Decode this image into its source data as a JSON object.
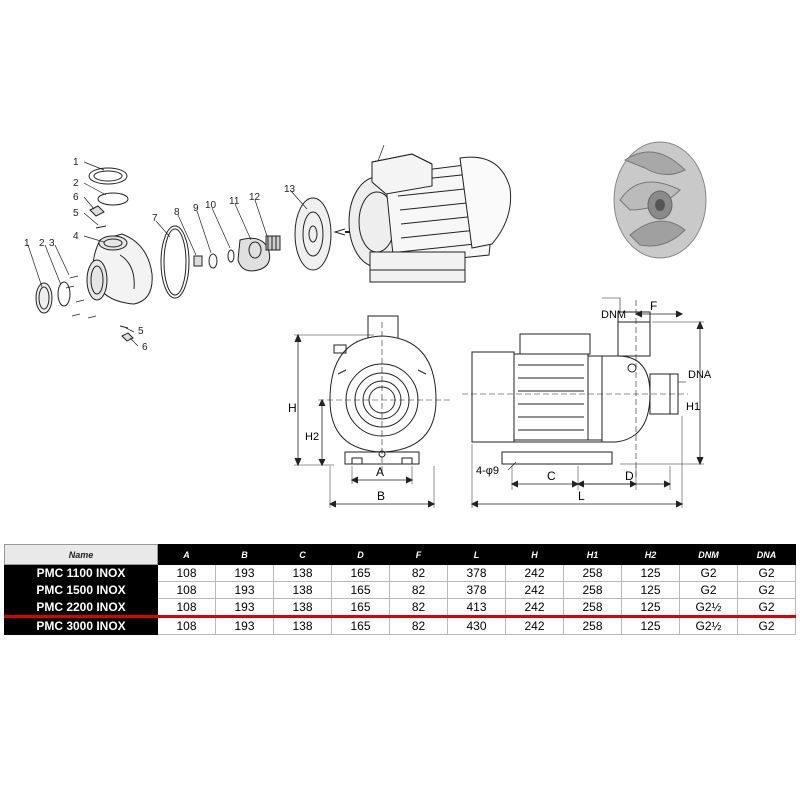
{
  "callouts": [
    "1",
    "2",
    "3",
    "4",
    "5",
    "6",
    "7",
    "8",
    "9",
    "10",
    "11",
    "12",
    "13"
  ],
  "dim_labels": {
    "A": "A",
    "B": "B",
    "C": "C",
    "D": "D",
    "F": "F",
    "L": "L",
    "H": "H",
    "H1": "H1",
    "H2": "H2",
    "DNM": "DNM",
    "DNA": "DNA",
    "holes": "4-φ9"
  },
  "table": {
    "headers": [
      "Name",
      "A",
      "B",
      "C",
      "D",
      "F",
      "L",
      "H",
      "H1",
      "H2",
      "DNM",
      "DNA"
    ],
    "rows": [
      {
        "name": "PMC 1100 INOX",
        "values": [
          "108",
          "193",
          "138",
          "165",
          "82",
          "378",
          "242",
          "258",
          "125",
          "G2",
          "G2"
        ]
      },
      {
        "name": "PMC 1500 INOX",
        "values": [
          "108",
          "193",
          "138",
          "165",
          "82",
          "378",
          "242",
          "258",
          "125",
          "G2",
          "G2"
        ]
      },
      {
        "name": "PMC 2200 INOX",
        "values": [
          "108",
          "193",
          "138",
          "165",
          "82",
          "413",
          "242",
          "258",
          "125",
          "G2½",
          "G2"
        ]
      },
      {
        "name": "PMC 3000 INOX",
        "values": [
          "108",
          "193",
          "138",
          "165",
          "82",
          "430",
          "242",
          "258",
          "125",
          "G2½",
          "G2"
        ]
      }
    ]
  }
}
